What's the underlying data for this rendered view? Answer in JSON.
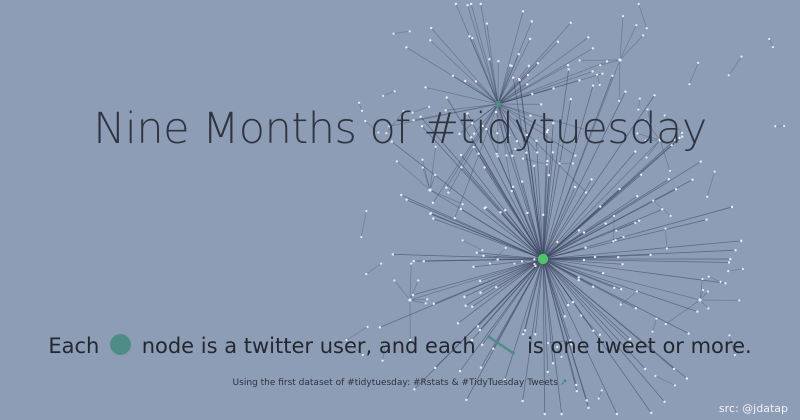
{
  "title": "Nine Months of #tidytuesday",
  "legend": {
    "prefix": "Each",
    "node_text": "node is a twitter user, and each",
    "edge_text": "is one tweet or more."
  },
  "source_note": "Using the first dataset of #tidytuesday: #Rstats & #TidyTuesday Tweets",
  "credit": "src: @jdatap",
  "colors": {
    "background": "#8e9db6",
    "edge": "#3f4a63",
    "node": "#4f8c86",
    "hub_highlight": "#4fc36b",
    "leaf": "#e8edf6"
  },
  "icons": {
    "node_legend": "circle-node-icon",
    "edge_legend": "edge-line-icon",
    "external_link": "external-link-icon"
  }
}
